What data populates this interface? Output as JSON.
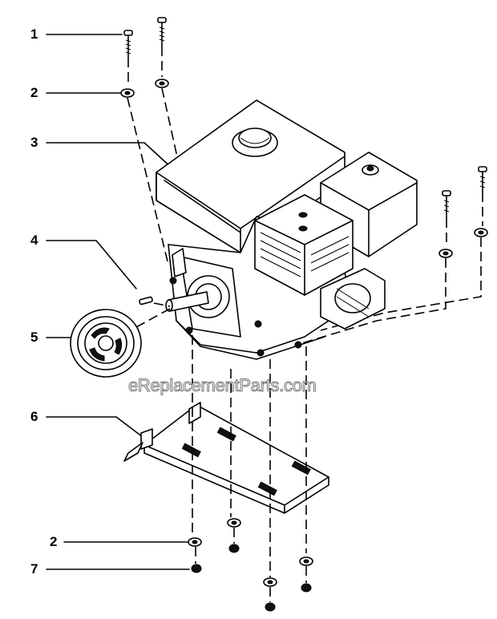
{
  "callouts": [
    {
      "num": "1"
    },
    {
      "num": "2"
    },
    {
      "num": "3"
    },
    {
      "num": "4"
    },
    {
      "num": "5"
    },
    {
      "num": "6"
    },
    {
      "num": "2"
    },
    {
      "num": "7"
    }
  ],
  "watermark": "eReplacementParts.com"
}
